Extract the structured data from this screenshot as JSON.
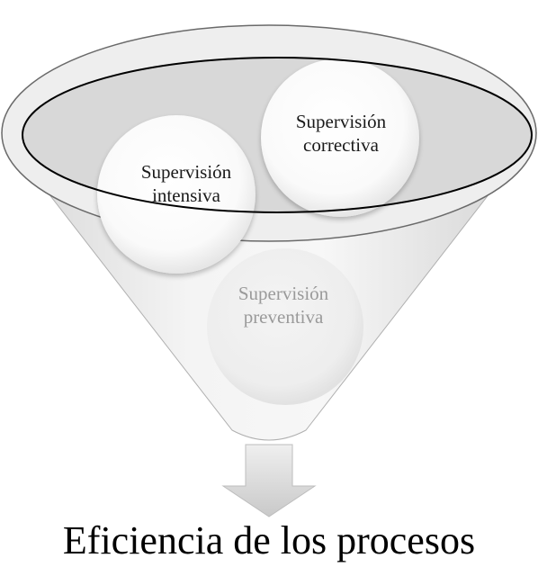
{
  "diagram": {
    "bubbles": {
      "intensive": {
        "line1": "Supervisión",
        "line2": "intensiva"
      },
      "corrective": {
        "line1": "Supervisión",
        "line2": "correctiva"
      },
      "preventive": {
        "line1": "Supervisión",
        "line2": "preventiva"
      }
    },
    "result": "Eficiencia de los procesos"
  },
  "colors": {
    "funnel_fill": "#e9e9e9",
    "rim_stroke": "#000000",
    "bubble_fill": "#ffffff",
    "arrow_fill": "#d9d9d9",
    "preventive_text": "#9a9a9a"
  }
}
